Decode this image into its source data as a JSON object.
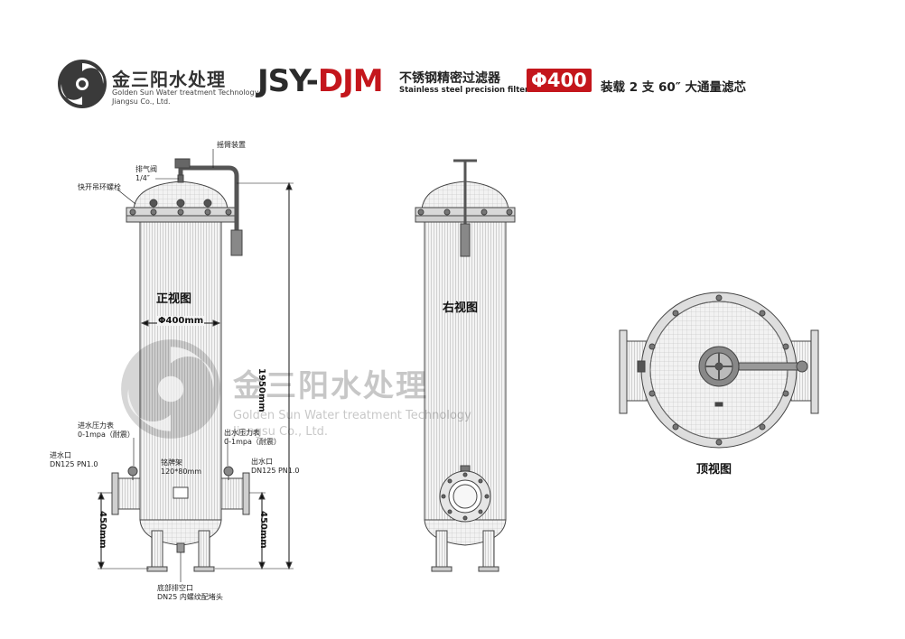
{
  "header": {
    "company_cn": "金三阳水处理",
    "company_en_1": "Golden Sun Water treatment Technology",
    "company_en_2": "Jiangsu Co., Ltd.",
    "model_prefix": "JSY-",
    "model_accent": "DJM",
    "title_cn": "不锈钢精密过滤器",
    "title_en": "Stainless steel precision filter",
    "phi": "Φ400",
    "capacity": "装载 2 支 60″ 大通量滤芯"
  },
  "front": {
    "view_label": "正视图",
    "rocker": "摇臂装置",
    "vent_1": "排气阀",
    "vent_2": "1/4″",
    "clamp": "快开吊环螺栓",
    "diameter": "Φ400mm",
    "height": "1950mm",
    "inlet_gauge_1": "进水压力表",
    "inlet_gauge_2": "0-1mpa（耐震）",
    "outlet_gauge_1": "出水压力表",
    "outlet_gauge_2": "0-1mpa（耐震）",
    "inlet_1": "进水口",
    "inlet_2": "DN125 PN1.0",
    "outlet_1": "出水口",
    "outlet_2": "DN125 PN1.0",
    "nameplate_1": "铭牌架",
    "nameplate_2": "120*80mm",
    "left_height": "450mm",
    "right_height": "450mm",
    "drain_1": "底部排空口",
    "drain_2": "DN25 内螺纹配堵头"
  },
  "side": {
    "view_label": "右视图"
  },
  "top": {
    "view_label": "顶视图"
  },
  "colors": {
    "brand_red": "#c4161c",
    "line": "#444444",
    "hatch": "#9a9a9a"
  }
}
